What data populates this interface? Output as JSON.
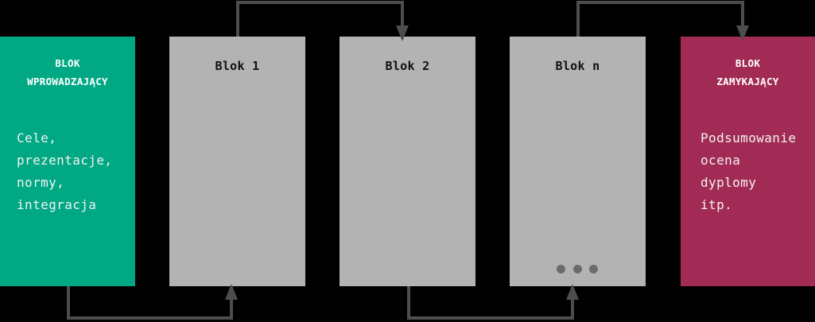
{
  "colors": {
    "background": "#000000",
    "intro_fill": "#00a884",
    "module_fill": "#b3b3b3",
    "outro_fill": "#a22b56",
    "connector": "#4d4d4d",
    "dots": "#6b6b6b"
  },
  "intro": {
    "title_lines": [
      "BLOK",
      "WPROWADZAJĄCY"
    ],
    "body_lines": [
      "Cele,",
      "prezentacje,",
      "normy,",
      "integracja"
    ]
  },
  "modules": [
    {
      "title": "Blok 1"
    },
    {
      "title": "Blok 2"
    },
    {
      "title": "Blok n",
      "has_ellipsis": true
    }
  ],
  "outro": {
    "title_lines": [
      "BLOK",
      "ZAMYKAJĄCY"
    ],
    "body_lines": [
      "Podsumowanie",
      "ocena",
      "dyplomy",
      "itp."
    ]
  }
}
